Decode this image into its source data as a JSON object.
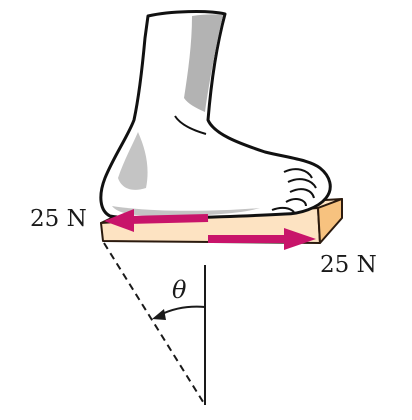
{
  "diagram": {
    "force_left_label": "25 N",
    "force_right_label": "25 N",
    "angle_label": "θ",
    "colors": {
      "arrow": "#c8146a",
      "board_top": "#fde3c2",
      "board_side": "#f7c27f",
      "board_edge": "#2b1a0e",
      "foot_fill": "#ffffff",
      "foot_shade": "#b3b3b3",
      "line": "#1a1a1a"
    }
  }
}
